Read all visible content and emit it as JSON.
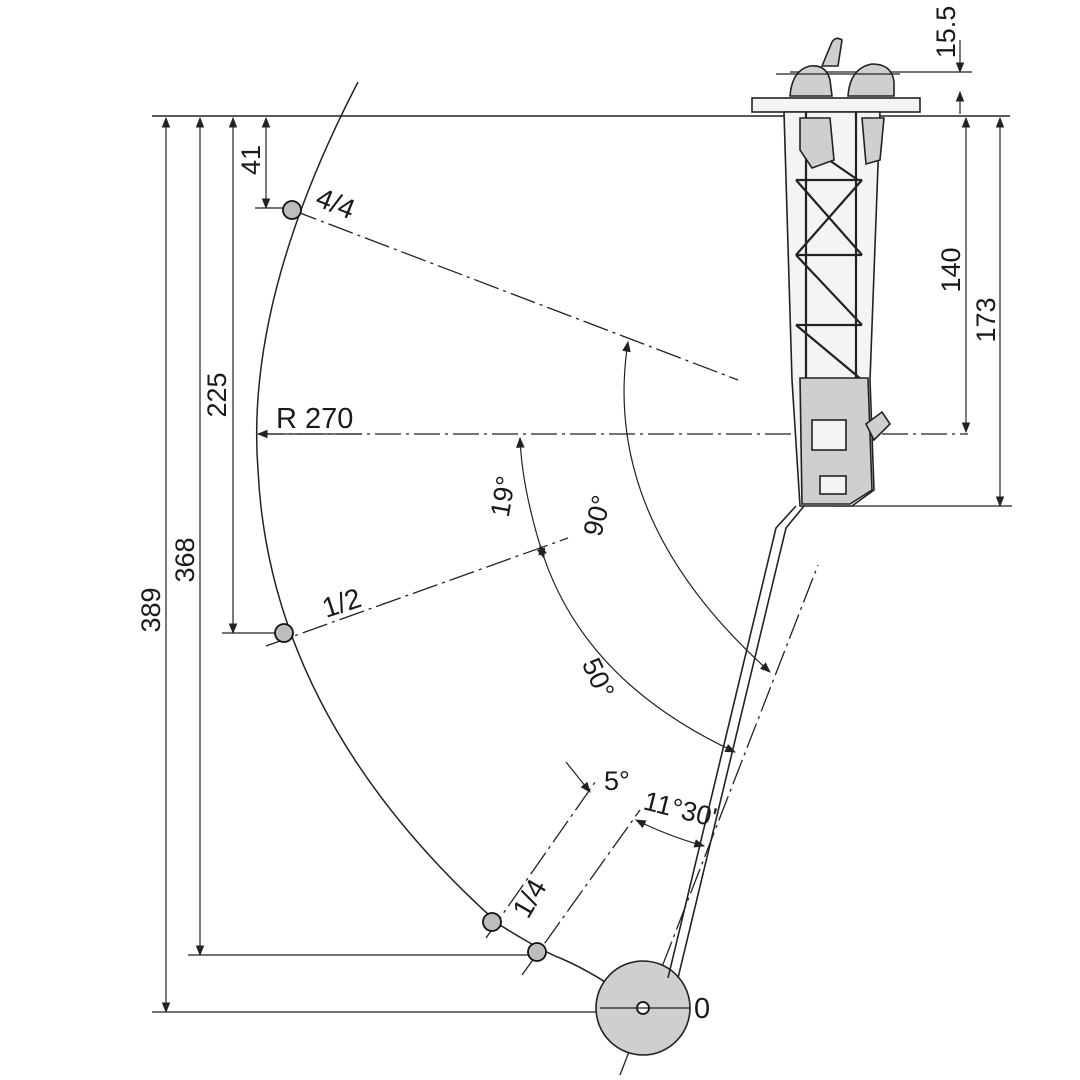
{
  "dimensions": {
    "d389": "389",
    "d368": "368",
    "d225": "225",
    "d41": "41",
    "d15_5": "15.5",
    "d140": "140",
    "d173": "173"
  },
  "angles": {
    "a90": "90°",
    "a19": "19°",
    "a50": "50°",
    "a5": "5°",
    "a11_30": "11°30'"
  },
  "labels": {
    "radius": "R 270",
    "full": "4/4",
    "half": "1/2",
    "quarter": "1/4",
    "zero": "0"
  },
  "colors": {
    "line": "#222222",
    "fill_gray": "#cfcfcf"
  }
}
